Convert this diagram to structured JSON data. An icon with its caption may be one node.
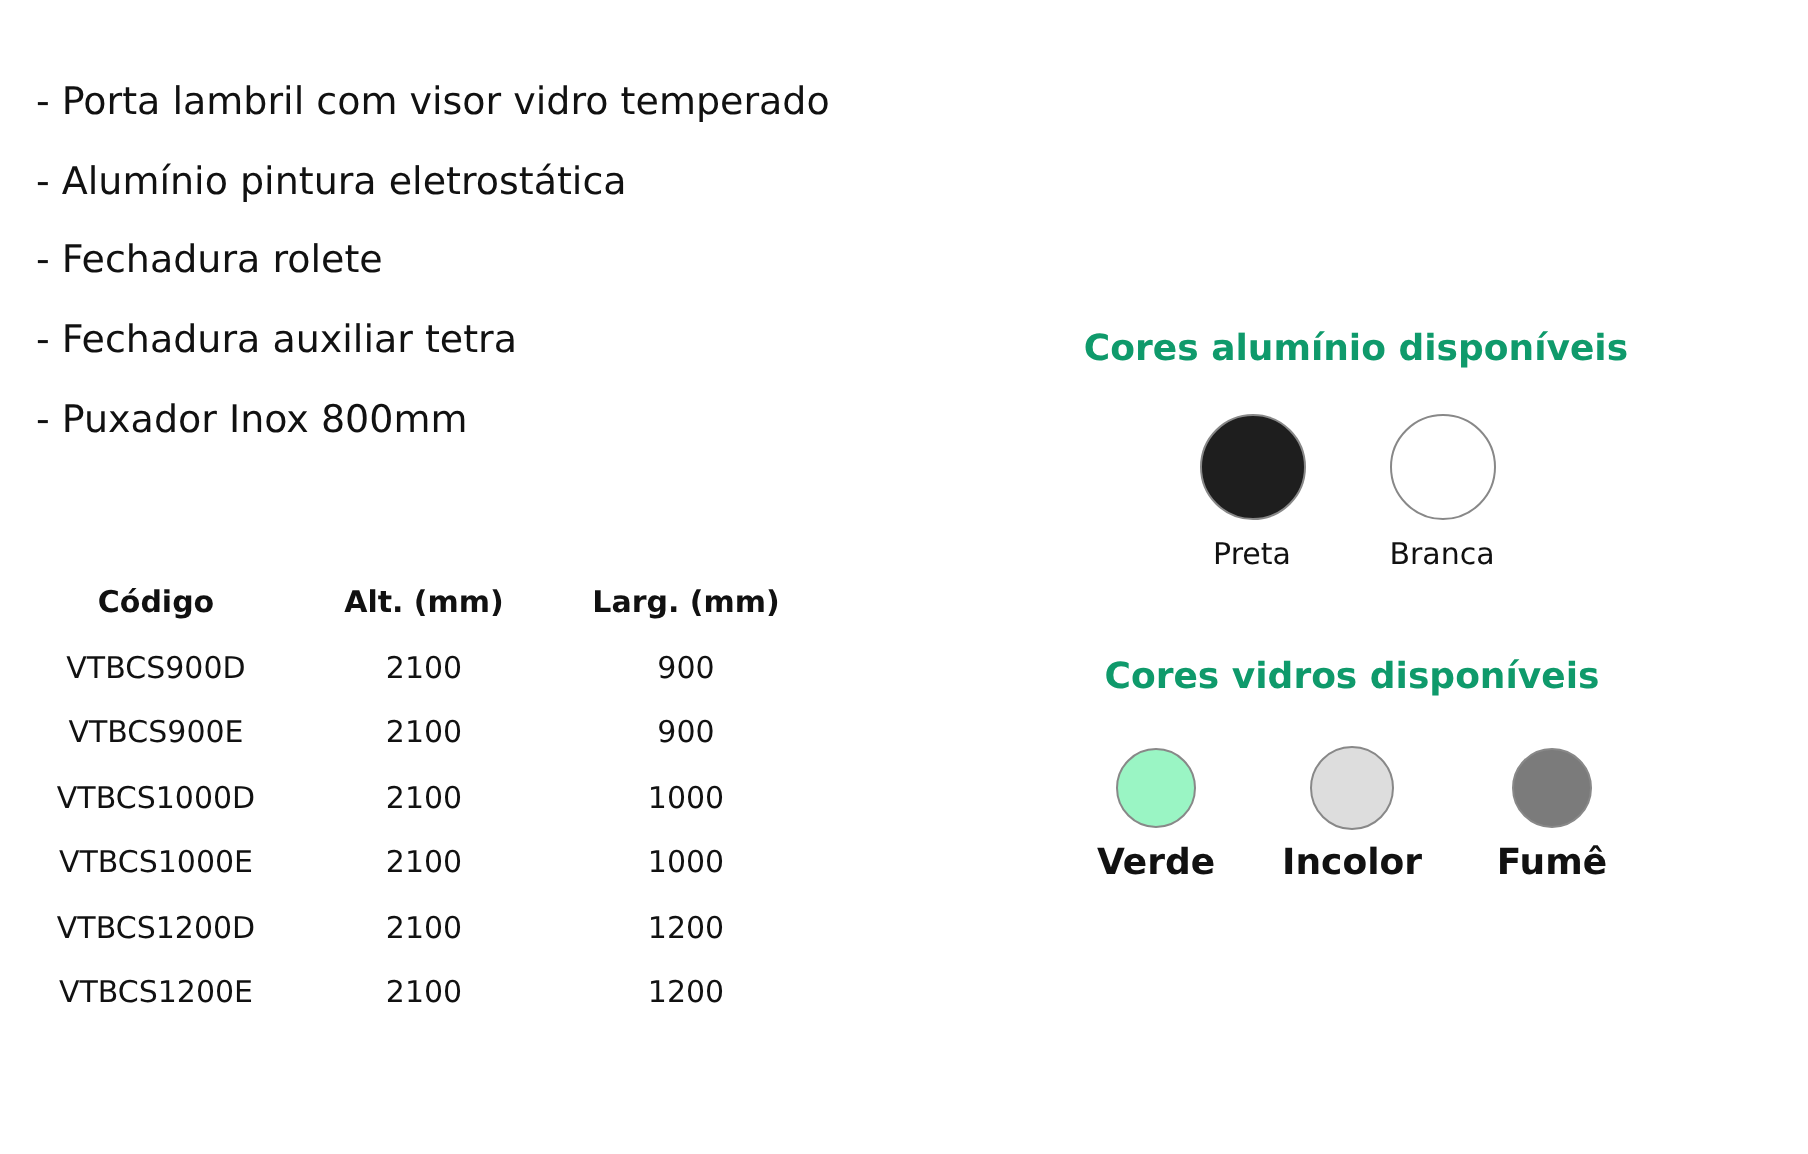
{
  "diagram": {
    "labels": [
      "- Porta lambril com visor vidro temperado",
      "- Alumínio pintura eletrostática",
      "- Fechadura rolete",
      "- Fechadura auxiliar tetra",
      "- Puxador Inox 800mm",
      "Código",
      "Alt. (mm)",
      "Larg. (mm)",
      "VTBCS900D",
      "2100",
      "900",
      "VTBCS900E",
      "2100",
      "900",
      "VTBCS1000D",
      "2100",
      "1000",
      "VTBCS1000E",
      "2100",
      "1000",
      "VTBCS1200D",
      "2100",
      "1200",
      "VTBCS1200E",
      "2100",
      "1200",
      "Cores alumínio disponíveis",
      "Cores vidros disponíveis"
    ],
    "legend": [
      {
        "text": "Preta",
        "color": "#1e1e1e"
      },
      {
        "text": "Branca",
        "color": "#ffffff"
      },
      {
        "text": "Verde",
        "color": "#9af5c4"
      },
      {
        "text": "Incolor",
        "color": "#dddddd"
      },
      {
        "text": "Fumê",
        "color": "#7b7b7b"
      }
    ]
  }
}
